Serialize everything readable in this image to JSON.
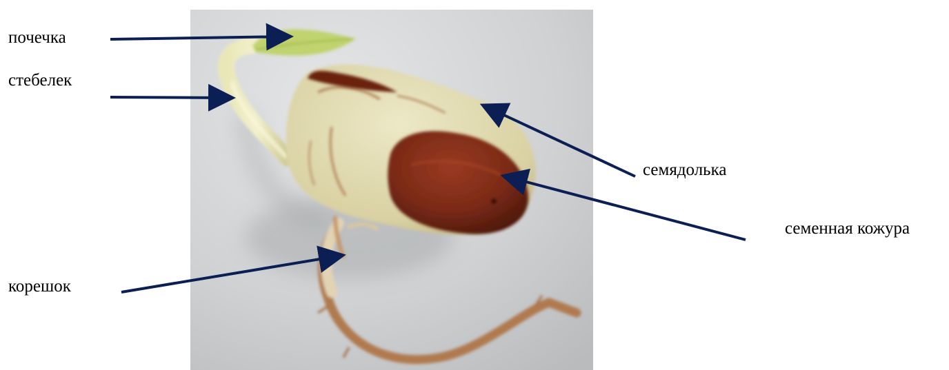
{
  "labels": {
    "bud": "почечка",
    "stem": "стебелек",
    "cotyledon": "семядолька",
    "seed_coat": "семенная кожура",
    "root": "корешок"
  },
  "colors": {
    "arrow": "#0b1f55",
    "background_photo": "#c9cbcc",
    "seed_coat": "#7a2a16",
    "cotyledon": "#ddd7ae",
    "leaf": "#c0d36e"
  }
}
